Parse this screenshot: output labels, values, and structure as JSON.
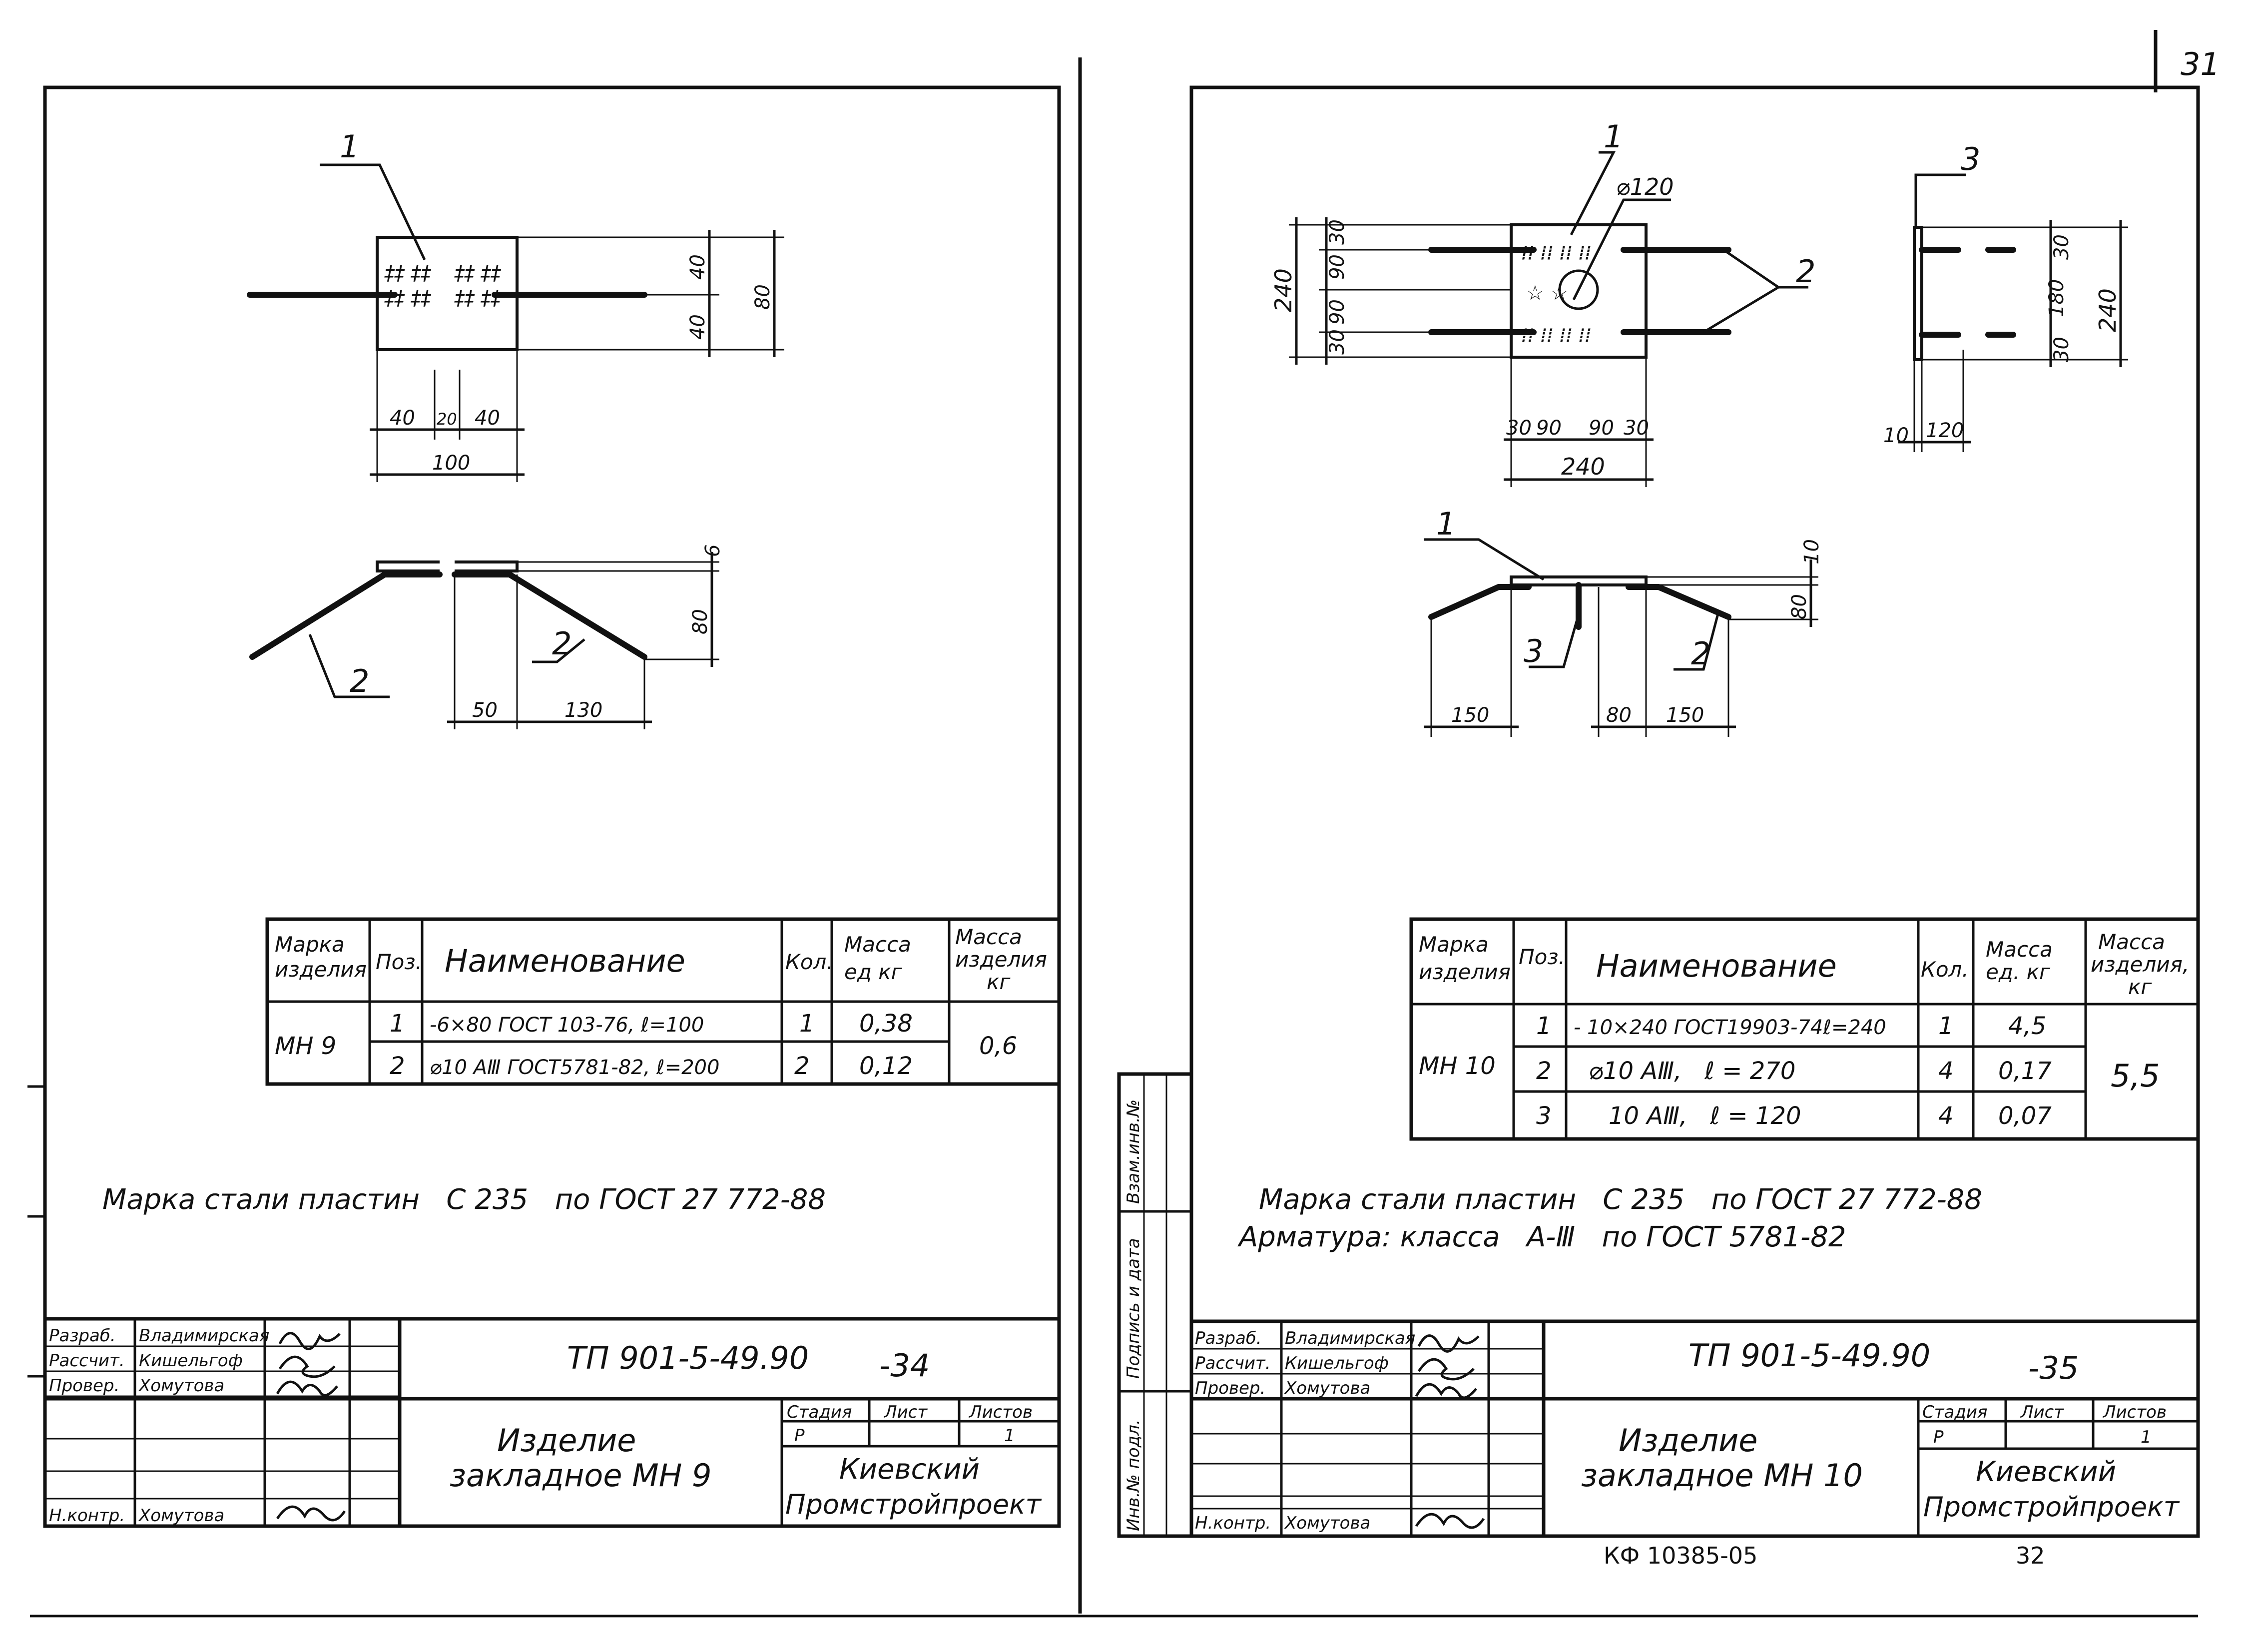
{
  "page_number": "31",
  "bottom_code": "КФ 10385-05",
  "bottom_page": "32",
  "side_stamp": {
    "col1": "Инв.№ подл.",
    "col2": "Подпись и дата",
    "col3": "Взам.инв.№"
  },
  "left": {
    "dims_top": {
      "pos1": "1",
      "h1": "40",
      "h2": "40",
      "htotal": "80",
      "w1": "40",
      "w2": "20",
      "w3": "40",
      "wtotal": "100"
    },
    "dims_side": {
      "pos1": "",
      "pos2": "2",
      "pos2b": "2",
      "t": "6",
      "h": "80",
      "w1": "50",
      "w2": "130"
    },
    "table": {
      "headers": [
        "Марка изделия",
        "Поз.",
        "Наименование",
        "Кол.",
        "Масса ед кг",
        "Масса изделия кг"
      ],
      "mark": "МН 9",
      "rows": [
        {
          "pos": "1",
          "name": "-6×80 ГОСТ 103-76, ℓ=100",
          "qty": "1",
          "mass": "0,38"
        },
        {
          "pos": "2",
          "name": "⌀10 АⅢ ГОСТ5781-82, ℓ=200",
          "qty": "2",
          "mass": "0,12"
        }
      ],
      "total": "0,6"
    },
    "note1": "Марка стали пластин   С 235   по ГОСТ 27 772-88",
    "stamp": {
      "roles": [
        "Разраб.",
        "Рассчит.",
        "Провер.",
        "",
        "",
        "Н.контр."
      ],
      "names": [
        "Владимирская",
        "Кишельгоф",
        "Хомутова",
        "",
        "",
        "Хомутова"
      ],
      "code": "ТП 901-5-49.90",
      "sheet_code": "-34",
      "title1": "Изделие",
      "title2": "закладное МН 9",
      "stage_h": "Стадия",
      "sheet_h": "Лист",
      "sheets_h": "Листов",
      "stage": "Р",
      "sheet": "",
      "sheets": "1",
      "org1": "Киевский",
      "org2": "Промстройпроект"
    }
  },
  "right": {
    "dims_top": {
      "pos1": "1",
      "dia": "⌀120",
      "pos2": "2",
      "v1": "30",
      "v2": "90",
      "v3": "90",
      "v4": "30",
      "vtotal": "240",
      "h1": "30",
      "h2": "90",
      "h3": "90",
      "h4": "30",
      "htotal": "240"
    },
    "dims_sidev": {
      "pos3": "3",
      "a": "30",
      "b": "180",
      "c": "30",
      "total": "240",
      "t": "10",
      "len": "120"
    },
    "dims_side": {
      "pos1": "1",
      "pos3": "3",
      "pos2": "2",
      "t": "10",
      "h": "80",
      "w1": "150",
      "w2": "80",
      "w3": "150"
    },
    "table": {
      "headers": [
        "Марка изделия",
        "Поз.",
        "Наименование",
        "Кол.",
        "Масса ед. кг",
        "Масса изделия, кг"
      ],
      "mark": "МН 10",
      "rows": [
        {
          "pos": "1",
          "name": "- 10×240 ГОСТ19903-74ℓ=240",
          "qty": "1",
          "mass": "4,5"
        },
        {
          "pos": "2",
          "name": "⌀10 АⅢ,   ℓ = 270",
          "qty": "4",
          "mass": "0,17"
        },
        {
          "pos": "3",
          "name": "10 АⅢ,   ℓ = 120",
          "qty": "4",
          "mass": "0,07"
        }
      ],
      "total": "5,5"
    },
    "note1": "Марка стали пластин   С 235   по ГОСТ 27 772-88",
    "note2": "Арматура: класса   А-Ⅲ   по ГОСТ 5781-82",
    "stamp": {
      "roles": [
        "Разраб.",
        "Рассчит.",
        "Провер.",
        "",
        "",
        "Н.контр."
      ],
      "names": [
        "Владимирская",
        "Кишельгоф",
        "Хомутова",
        "",
        "",
        "Хомутова"
      ],
      "code": "ТП 901-5-49.90",
      "sheet_code": "-35",
      "title1": "Изделие",
      "title2": "закладное МН 10",
      "stage_h": "Стадия",
      "sheet_h": "Лист",
      "sheets_h": "Листов",
      "stage": "Р",
      "sheet": "",
      "sheets": "1",
      "org1": "Киевский",
      "org2": "Промстройпроект"
    }
  }
}
